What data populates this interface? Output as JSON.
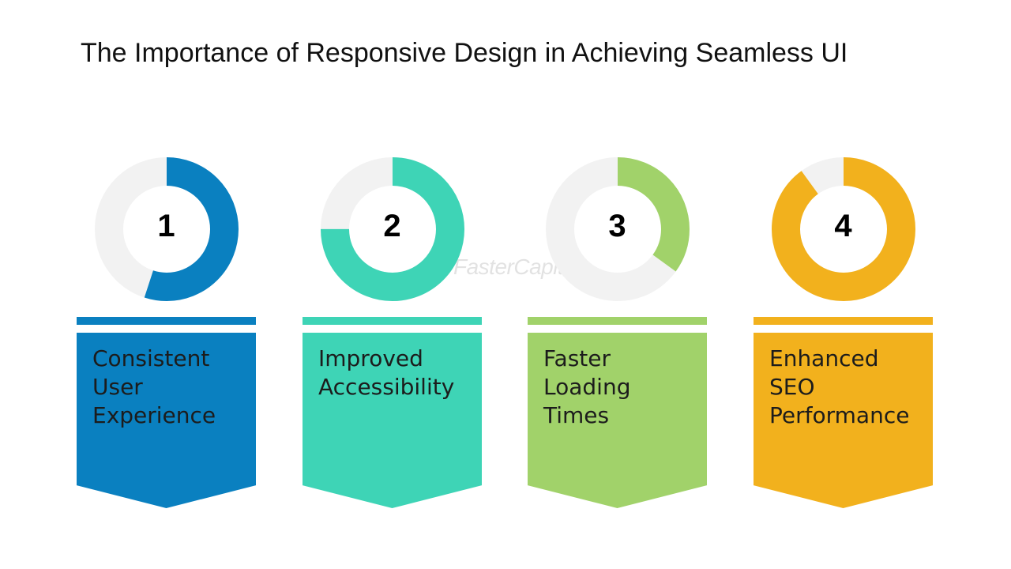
{
  "title": "The Importance of Responsive Design in Achieving Seamless UI",
  "watermark": "FasterCapital",
  "items": [
    {
      "number": "1",
      "label": "Consistent\nUser\nExperience",
      "color": "#0A80C0",
      "fill_fraction": 0.55
    },
    {
      "number": "2",
      "label": "Improved\nAccessibility",
      "color": "#3ED4B6",
      "fill_fraction": 0.75
    },
    {
      "number": "3",
      "label": "Faster\nLoading\nTimes",
      "color": "#A1D26A",
      "fill_fraction": 0.35
    },
    {
      "number": "4",
      "label": "Enhanced\nSEO\nPerformance",
      "color": "#F2B11D",
      "fill_fraction": 0.9
    }
  ],
  "track_color": "#F2F2F2"
}
